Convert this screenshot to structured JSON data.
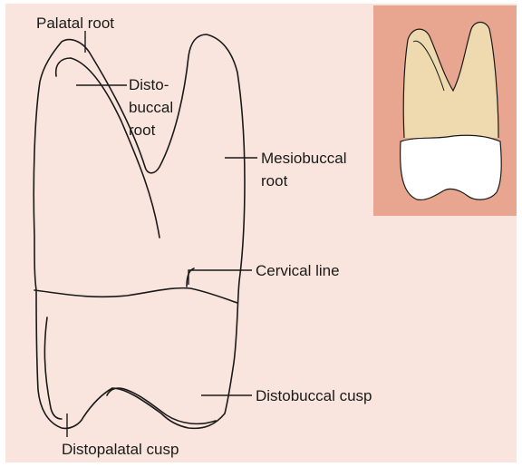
{
  "colors": {
    "background": "#f9e5dd",
    "inset_background": "#e8a590",
    "outline": "#1a1a1a",
    "root": "#efd9ae",
    "crown": "#ffffff"
  },
  "labels": {
    "palatal_root": "Palatal root",
    "distobuccal_root": [
      "Disto-",
      "buccal",
      "root"
    ],
    "mesiobuccal_root": [
      "Mesiobuccal",
      "root"
    ],
    "cervical_line": "Cervical line",
    "distobuccal_cusp": "Distobuccal cusp",
    "distopalatal_cusp": "Distopalatal cusp"
  }
}
